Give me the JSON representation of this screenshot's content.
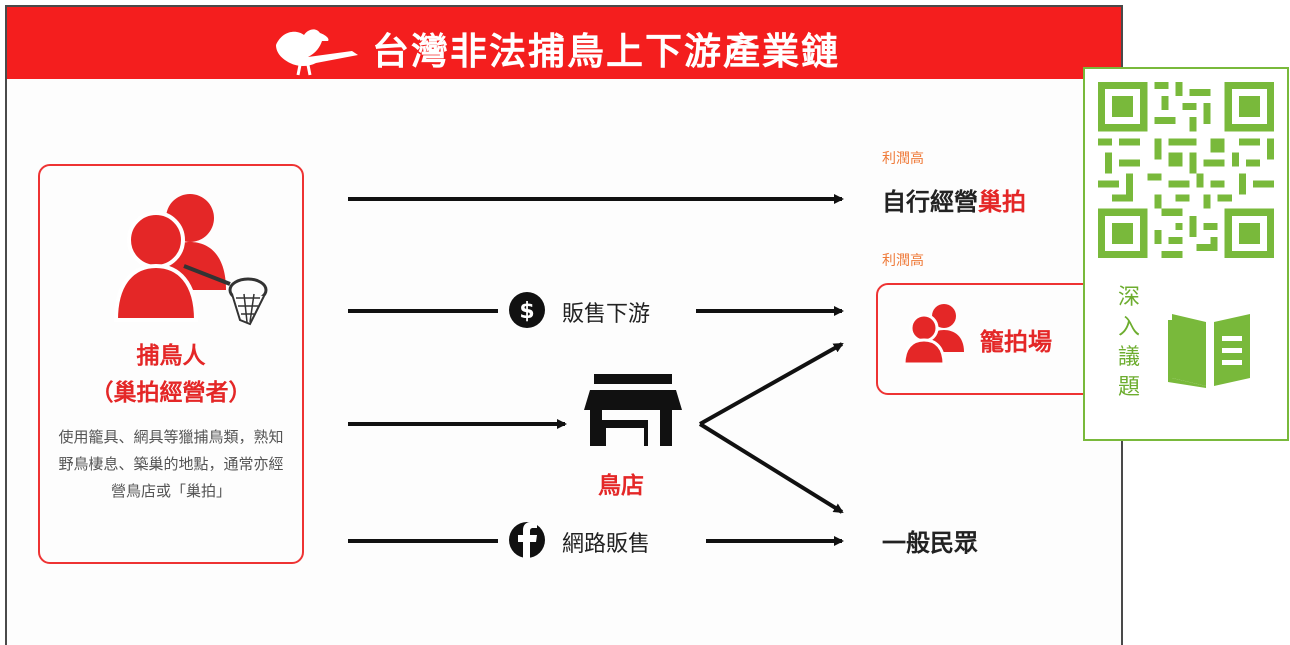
{
  "header": {
    "title": "台灣非法捕鳥上下游產業鏈"
  },
  "catcher": {
    "name": "捕鳥人",
    "role": "（巢拍經營者）",
    "desc": "使用籠具、網具等獵捕鳥類，熟知野鳥棲息、築巢的地點，通常亦經營鳥店或「巢拍」"
  },
  "flows": {
    "sell_downstream": "販售下游",
    "bird_shop": "鳥店",
    "online_sales": "網路販售"
  },
  "destinations": {
    "profit_label_1": "利潤高",
    "self_run_prefix": "自行經營",
    "self_run_highlight": "巢拍",
    "profit_label_2": "利潤高",
    "cage_venue": "籠拍場",
    "public": "一般民眾"
  },
  "card": {
    "text": "深入議題"
  },
  "colors": {
    "red": "#f41e1e",
    "green": "#79b93b",
    "orange": "#ef7b3a"
  }
}
